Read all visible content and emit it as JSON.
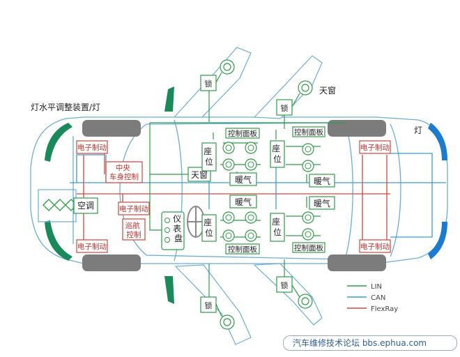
{
  "labels": {
    "headlight_level": "灯水平调整装置/灯",
    "tail_light": "灯",
    "sunroof_right": "天窗",
    "sunroof_center": "天窗",
    "central_body_control": "中央\n车身控制",
    "air_conditioning": "空调",
    "cruise_control": "巡航\n控制",
    "instrument_panel": "仪\n表\n盘",
    "electronic_brake": "电子制动",
    "seat": "座\n位",
    "control_panel": "控制面板",
    "heating": "暖气",
    "lock": "锁"
  },
  "legend": [
    {
      "name": "LIN",
      "color": "#2e9d47"
    },
    {
      "name": "CAN",
      "color": "#3a9ad9"
    },
    {
      "name": "FlexRay",
      "color": "#d9443a"
    }
  ],
  "colors": {
    "lin": "#2e9d47",
    "can": "#3a9ad9",
    "flexray": "#d9443a",
    "body_outline": "#6aaed6",
    "wheel": "#7c7c7c",
    "front_light": "#1a8a5a",
    "rear_light": "#1a7bd1"
  },
  "footer": {
    "text": "汽车维修技术论坛 bbs.ephua.com"
  }
}
